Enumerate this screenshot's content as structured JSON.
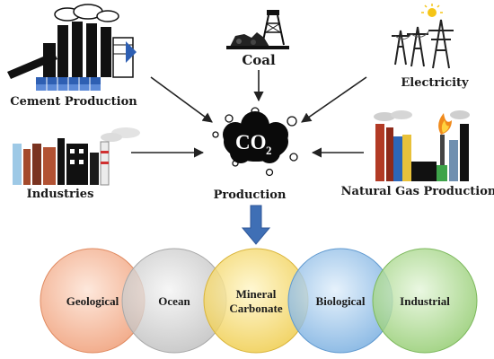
{
  "center": {
    "co2_main": "CO",
    "co2_sub": "2",
    "label": "Production"
  },
  "sources": [
    {
      "id": "cement",
      "label": "Cement Production",
      "icon": "cement-factory-icon"
    },
    {
      "id": "coal",
      "label": "Coal",
      "icon": "coal-mine-icon"
    },
    {
      "id": "electricity",
      "label": "Electricity",
      "icon": "power-tower-icon"
    },
    {
      "id": "industries",
      "label": "Industries",
      "icon": "industry-buildings-icon"
    },
    {
      "id": "gas",
      "label": "Natural Gas Production",
      "icon": "gas-refinery-icon"
    }
  ],
  "storage": [
    {
      "line1": "Geological",
      "line2": "",
      "color": "#f0a07a"
    },
    {
      "line1": "Ocean",
      "line2": "",
      "color": "#c9c9c9"
    },
    {
      "line1": "Mineral",
      "line2": "Carbonate",
      "color": "#f2d45c"
    },
    {
      "line1": "Biological",
      "line2": "",
      "color": "#7fb6e6"
    },
    {
      "line1": "Industrial",
      "line2": "",
      "color": "#9ed47f"
    }
  ],
  "colors": {
    "arrow": "#222222",
    "down_arrow": "#3f6fb5",
    "cloud": "#0a0a0a"
  }
}
